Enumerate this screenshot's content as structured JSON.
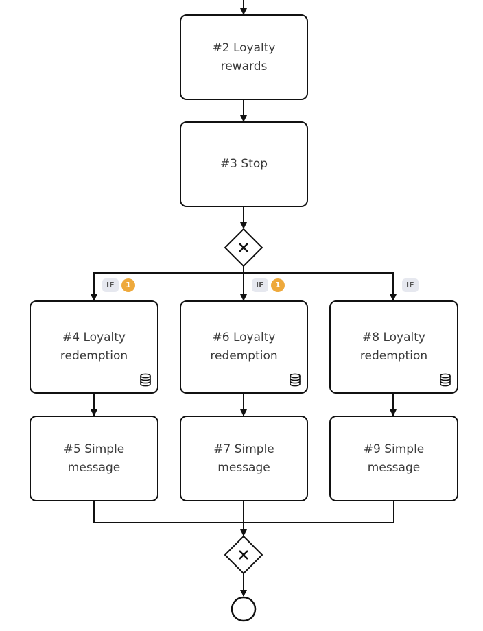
{
  "nodes": {
    "n2": {
      "label": "#2 Loyalty rewards"
    },
    "n3": {
      "label": "#3 Stop"
    },
    "n4": {
      "label": "#4 Loyalty redemption",
      "icon": "database-icon"
    },
    "n5": {
      "label": "#5 Simple message"
    },
    "n6": {
      "label": "#6 Loyalty redemption",
      "icon": "database-icon"
    },
    "n7": {
      "label": "#7 Simple message"
    },
    "n8": {
      "label": "#8 Loyalty redemption",
      "icon": "database-icon"
    },
    "n9": {
      "label": "#9 Simple message"
    }
  },
  "branches": [
    {
      "condition": "IF",
      "count": "1"
    },
    {
      "condition": "IF",
      "count": "1"
    },
    {
      "condition": "IF"
    }
  ],
  "gateways": {
    "split": {
      "type": "exclusive",
      "symbol": "✕"
    },
    "merge": {
      "type": "exclusive",
      "symbol": "✕"
    }
  },
  "colors": {
    "stroke": "#111111",
    "badge_bg": "#e6e8ef",
    "count_badge": "#eea93c"
  }
}
